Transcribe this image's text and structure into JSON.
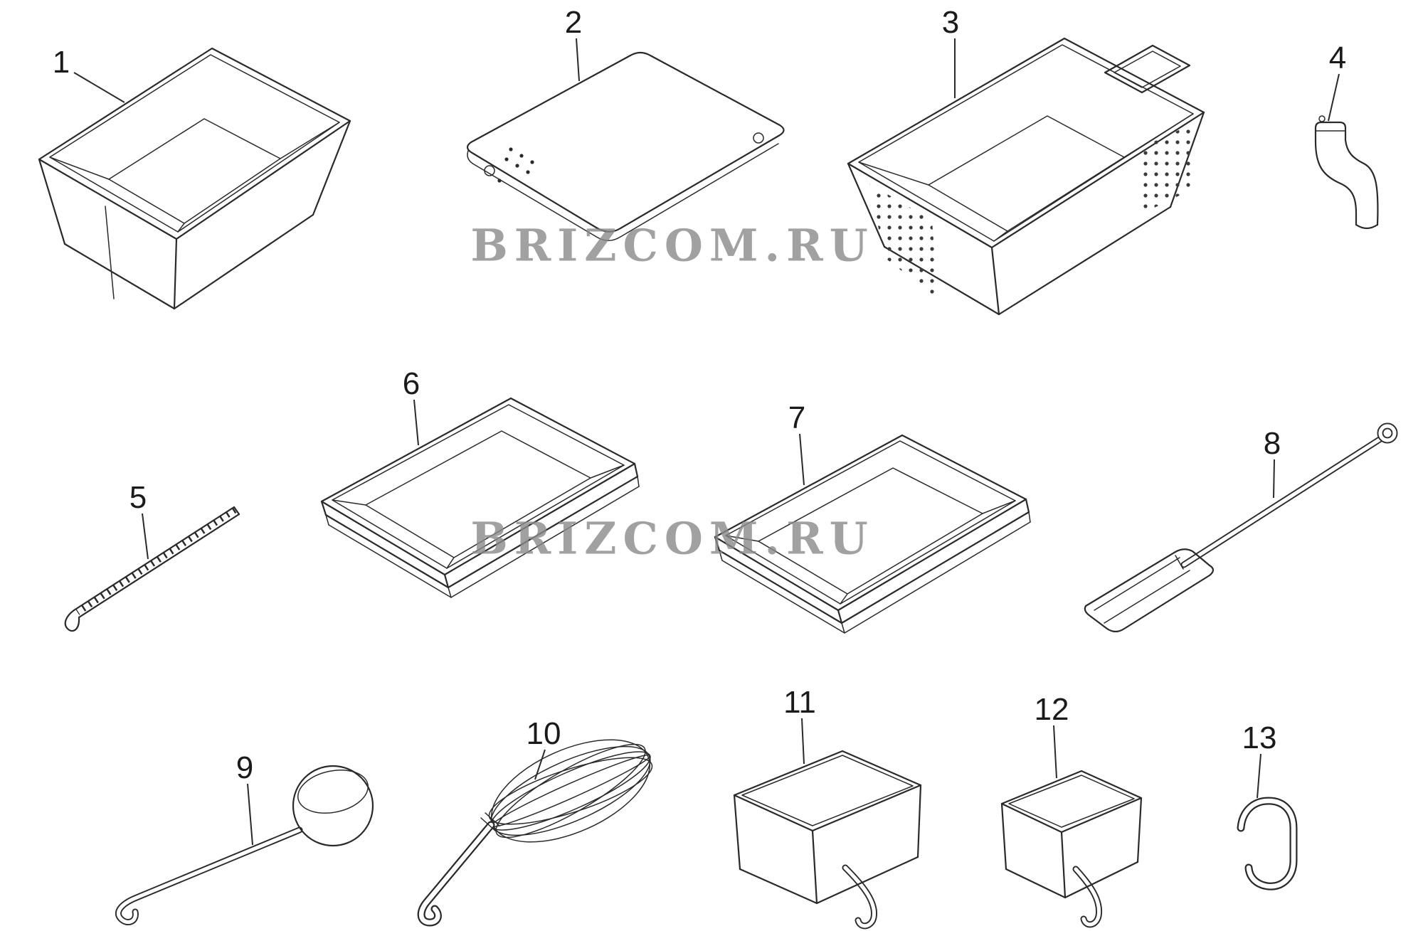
{
  "background": "#ffffff",
  "line_color": "#2a2a2a",
  "watermark": {
    "text": "BRIZCOM.RU",
    "color": "#8a8a8a"
  },
  "parts": [
    {
      "number": "1"
    },
    {
      "number": "2"
    },
    {
      "number": "3"
    },
    {
      "number": "4"
    },
    {
      "number": "5"
    },
    {
      "number": "6"
    },
    {
      "number": "7"
    },
    {
      "number": "8"
    },
    {
      "number": "9"
    },
    {
      "number": "10"
    },
    {
      "number": "11"
    },
    {
      "number": "12"
    },
    {
      "number": "13"
    }
  ]
}
